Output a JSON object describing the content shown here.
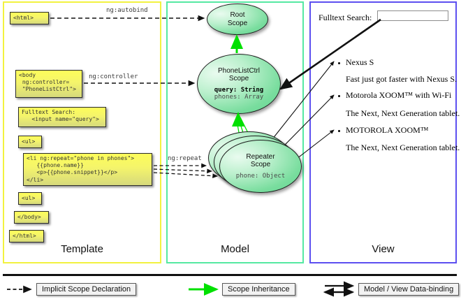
{
  "diagram": {
    "title": "AngularJS Template / Model / View scope data-binding diagram",
    "columns": [
      {
        "key": "template",
        "label": "Template",
        "border_color": "#f2f23f"
      },
      {
        "key": "model",
        "label": "Model",
        "border_color": "#55e9a2"
      },
      {
        "key": "view",
        "label": "View",
        "border_color": "#5c4ff0"
      }
    ]
  },
  "template": {
    "code_boxes": [
      {
        "name": "html-open-tag",
        "text": "<html>"
      },
      {
        "name": "body-open-tag",
        "text": "<body\n ng:controller=\n \"PhoneListCtrl\">"
      },
      {
        "name": "fulltext-search-markup",
        "text": "Fulltext Search:\n   <input name=\"query\">"
      },
      {
        "name": "ul-open-tag",
        "text": "<ul>"
      },
      {
        "name": "li-repeat-markup",
        "text": "<li ng:repeat=\"phone in phones\">\n   {{phone.name}}\n   <p>{{phone.snippet}}</p>\n</li>"
      },
      {
        "name": "ul-close-tag",
        "text": "<ul>"
      },
      {
        "name": "body-close-tag",
        "text": "</body>"
      },
      {
        "name": "html-close-tag",
        "text": "</html>"
      }
    ]
  },
  "model": {
    "scopes": [
      {
        "name": "root-scope",
        "title": "Root\nScope",
        "properties": []
      },
      {
        "name": "phonelistctrl-scope",
        "title": "PhoneListCtrl\nScope",
        "title_line1": "PhoneListCtrl",
        "title_line2": "Scope",
        "properties": [
          {
            "key": "query",
            "type": "String",
            "bold": true
          },
          {
            "key": "phones",
            "type": "Array",
            "bold": false
          }
        ],
        "prop_query": "query: String",
        "prop_phones": "phones: Array"
      },
      {
        "name": "repeater-scope",
        "title_line1": "Repeater",
        "title_line2": "Scope",
        "prop_phone": "phone: Object",
        "stack_count": 3
      }
    ]
  },
  "connectors": {
    "ng_autobind": "ng:autobind",
    "ng_controller": "ng:controller",
    "ng_repeat": "ng:repeat"
  },
  "view": {
    "search_label": "Fulltext Search:",
    "search_value": "",
    "search_placeholder": "",
    "phones": [
      {
        "name": "Nexus S",
        "snippet": "Fast just got faster with Nexus S."
      },
      {
        "name": "Motorola XOOM™  with Wi-Fi",
        "snippet": "The Next, Next Generation tablet."
      },
      {
        "name": "MOTOROLA XOOM™",
        "snippet": "The Next, Next Generation tablet."
      }
    ]
  },
  "legend": {
    "items": [
      {
        "name": "implicit-scope-declaration",
        "label": "Implicit Scope Declaration",
        "line_style": "dashed-black-arrow",
        "color": "#111111"
      },
      {
        "name": "scope-inheritance",
        "label": "Scope Inheritance",
        "line_style": "solid-green-arrow",
        "color": "#00e000"
      },
      {
        "name": "model-view-data-binding",
        "label": "Model / View Data-binding",
        "line_style": "double-black-arrow",
        "color": "#111111"
      }
    ]
  },
  "colors": {
    "template_border": "#f2f23f",
    "model_border": "#55e9a2",
    "view_border": "#5c4ff0",
    "code_box_fill": "#f6f65e",
    "scope_fill": "#8ee3ab",
    "inheritance_green": "#00e000",
    "connector_black": "#111111"
  }
}
